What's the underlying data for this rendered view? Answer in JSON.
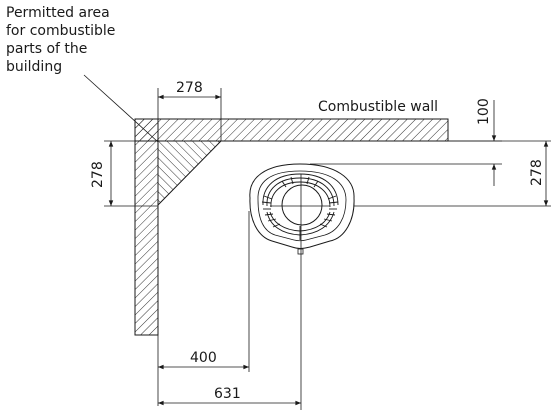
{
  "diagram": {
    "callout_lines": [
      "Permitted area",
      "for combustible",
      "parts of the",
      "building"
    ],
    "wall_label": "Combustible wall",
    "dimensions": {
      "top_width": "278",
      "left_height": "278",
      "wall_gap": "100",
      "right_height": "278",
      "to_stove_side": "400",
      "to_stove_center": "631"
    }
  }
}
